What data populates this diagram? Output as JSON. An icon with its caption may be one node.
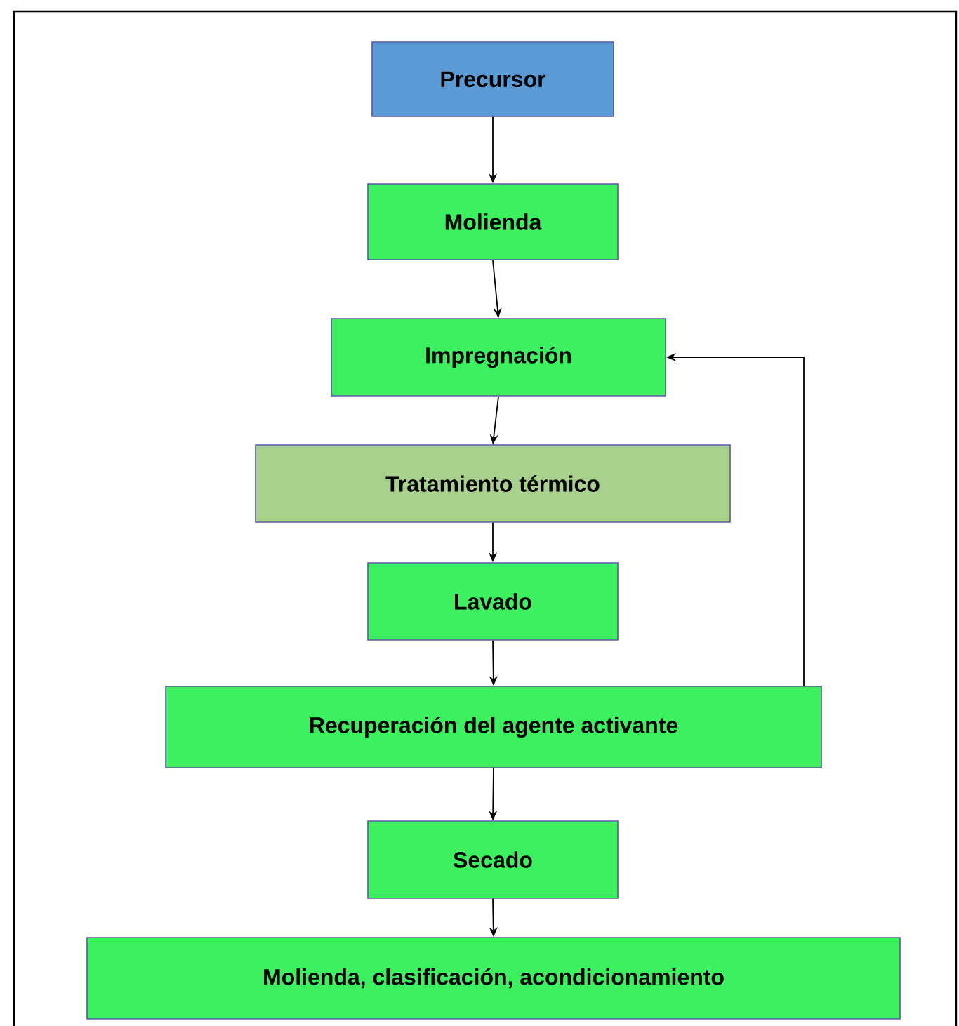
{
  "diagram": {
    "nodes": [
      {
        "text": [
          "Precursor"
        ]
      },
      {
        "text": [
          "Molienda"
        ]
      },
      {
        "text": [
          "Impregnación"
        ]
      },
      {
        "text": [
          "Tratamiento térmico"
        ]
      },
      {
        "text": [
          "Lavado"
        ]
      },
      {
        "text": [
          "Recuperación del agente activante"
        ]
      },
      {
        "text": [
          "Secado"
        ]
      },
      {
        "text": [
          "Molienda, clasificación, acondicionamiento"
        ]
      }
    ],
    "edges": [
      {
        "from": 0,
        "to": 1,
        "arrow": "to"
      },
      {
        "from": 1,
        "to": 2,
        "arrow": "to"
      },
      {
        "from": 2,
        "to": 3,
        "arrow": "to"
      },
      {
        "from": 3,
        "to": 4,
        "arrow": "to"
      },
      {
        "from": 4,
        "to": 5,
        "arrow": "to"
      },
      {
        "from": 5,
        "to": 6,
        "arrow": "to"
      },
      {
        "from": 6,
        "to": 7,
        "arrow": "to"
      },
      {
        "from": 5,
        "to": 2,
        "arrow": "to"
      }
    ]
  }
}
